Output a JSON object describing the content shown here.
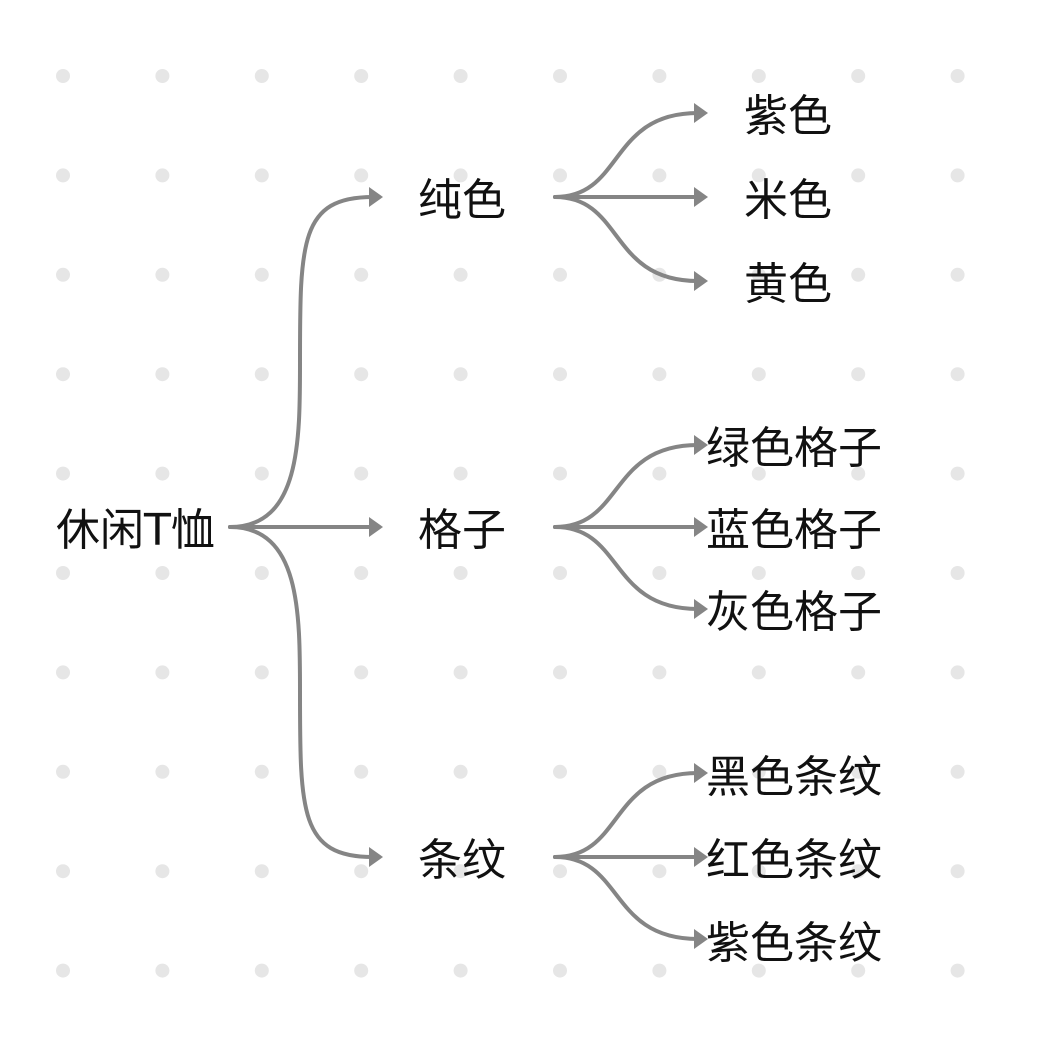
{
  "tree": {
    "root": {
      "label": "休闲T恤"
    },
    "branches": [
      {
        "label": "纯色",
        "children": [
          "紫色",
          "米色",
          "黄色"
        ]
      },
      {
        "label": "格子",
        "children": [
          "绿色格子",
          "蓝色格子",
          "灰色格子"
        ]
      },
      {
        "label": "条纹",
        "children": [
          "黑色条纹",
          "红色条纹",
          "紫色条纹"
        ]
      }
    ]
  },
  "colors": {
    "edge": "#858585",
    "text": "#111111",
    "grid_dot": "#e6e6e6",
    "background": "#ffffff"
  }
}
